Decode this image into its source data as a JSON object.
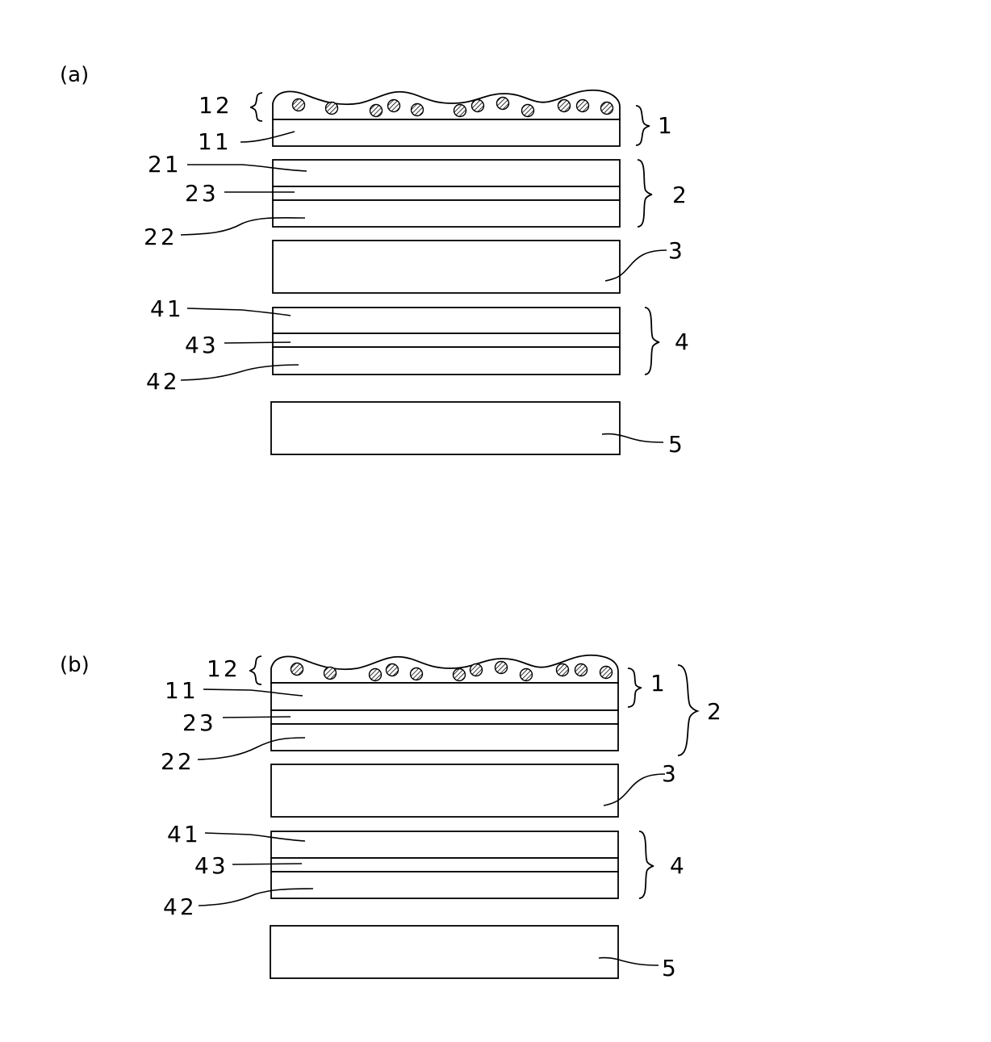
{
  "panels": [
    {
      "id": "a",
      "title": "(a)",
      "labels": {
        "l12": "12",
        "l11": "11",
        "l1": "1",
        "l21": "21",
        "l23": "23",
        "l22": "22",
        "l2": "2",
        "l3": "3",
        "l41": "41",
        "l43": "43",
        "l42": "42",
        "l4": "4",
        "l5": "5"
      }
    },
    {
      "id": "b",
      "title": "(b)",
      "labels": {
        "l12": "12",
        "l11": "11",
        "l1": "1",
        "l23": "23",
        "l22": "22",
        "l2": "2",
        "l3": "3",
        "l41": "41",
        "l43": "43",
        "l42": "42",
        "l4": "4",
        "l5": "5"
      }
    }
  ]
}
